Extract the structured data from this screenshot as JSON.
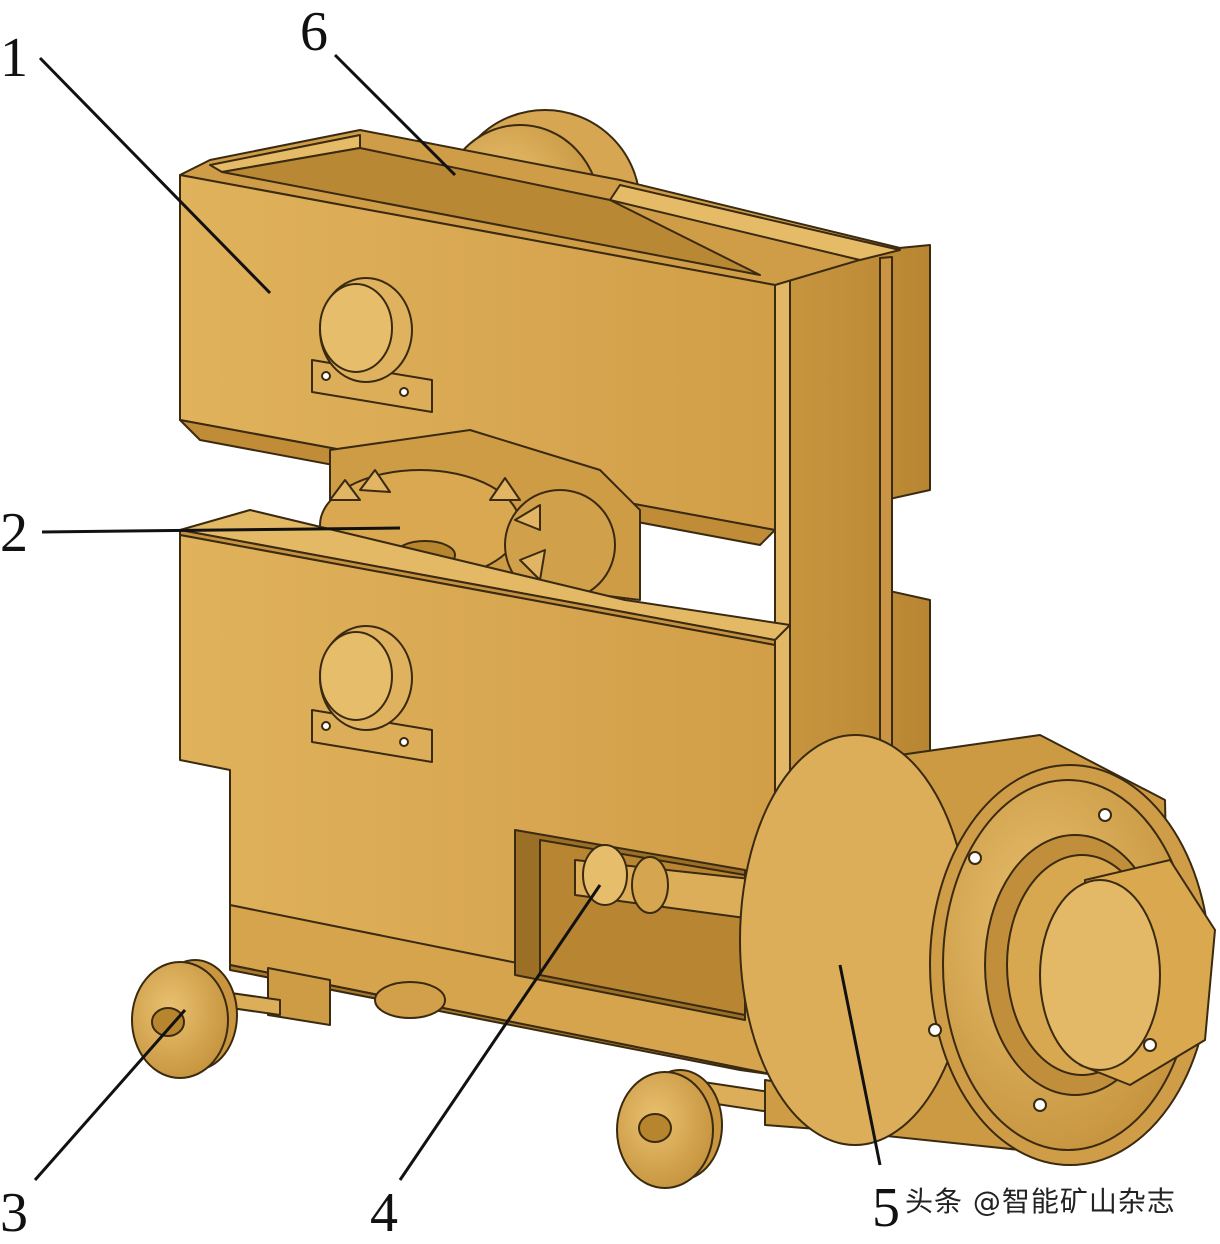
{
  "labels": {
    "l1": "1",
    "l2": "2",
    "l3": "3",
    "l4": "4",
    "l5": "5",
    "l6": "6"
  },
  "watermark": "头条 @智能矿山杂志",
  "colors": {
    "body": "#d9a850",
    "body_dark": "#b58230",
    "body_light": "#e8bf6a",
    "outline": "#3a2a10"
  }
}
